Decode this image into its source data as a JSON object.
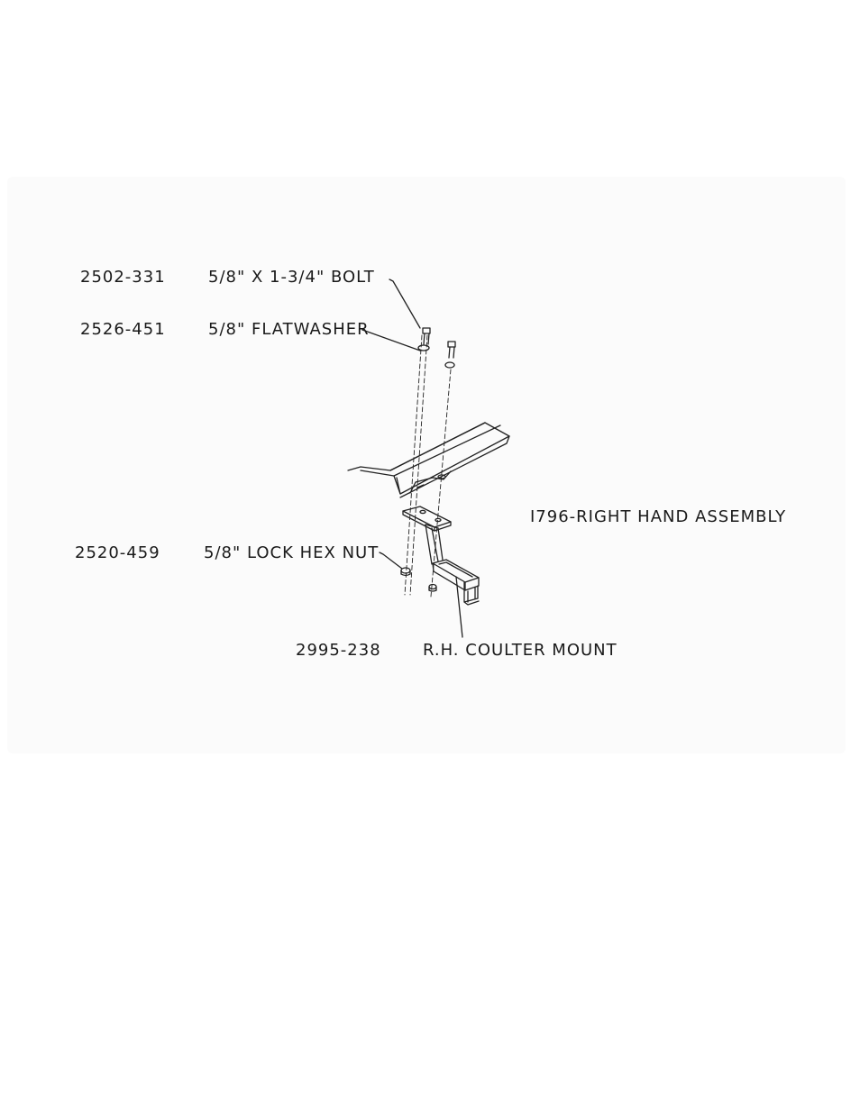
{
  "callouts": {
    "bolt": {
      "part_number": "2502-331",
      "description": "5/8\" X 1-3/4\" BOLT"
    },
    "flatwasher": {
      "part_number": "2526-451",
      "description": "5/8\" FLATWASHER"
    },
    "lock_nut": {
      "part_number": "2520-459",
      "description": "5/8\" LOCK HEX NUT"
    },
    "coulter_mount": {
      "part_number": "2995-238",
      "description": "R.H. COULTER MOUNT"
    },
    "assembly": {
      "description": "I796-RIGHT HAND ASSEMBLY"
    }
  }
}
